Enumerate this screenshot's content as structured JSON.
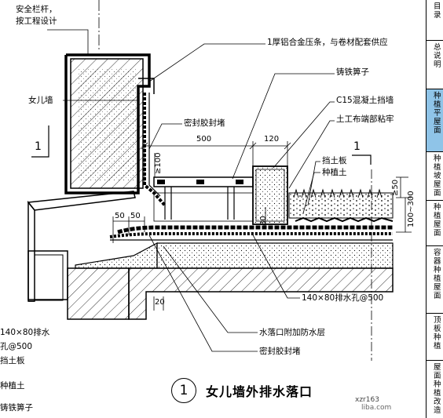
{
  "diagram": {
    "title_number": "1",
    "title": "女儿墙外排水落口",
    "section_mark": "1",
    "labels": {
      "railing_line1": "安全栏杆，",
      "railing_line2": "按工程设计",
      "pressure_strip": "1厚铝合金压条，与卷材配套供应",
      "cast_iron_grate": "铸铁箅子",
      "parapet": "女儿墙",
      "retaining_wall": "C15混凝土挡墙",
      "geotextile": "土工布端部粘牢",
      "sealant_top": "密封胶封堵",
      "soil_board": "挡土板",
      "planting_soil": "种植土",
      "drain_hole": "140×80排水孔@500",
      "outlet_waterproof": "水落口附加防水层",
      "sealant_bottom": "密封胶封堵"
    },
    "dimensions": {
      "d500": "500",
      "d120": "120",
      "d100": "≥100",
      "d50a": "50",
      "d50b": "50",
      "d80": "80",
      "d50c": "≥50",
      "d100_300": "100~300",
      "d20": "20"
    },
    "left_notes": [
      "140×80排水",
      "孔@500",
      "挡土板",
      "种植土",
      "铸铁箅子"
    ],
    "watermark": [
      "xzr163",
      "liba.com"
    ]
  },
  "sidebar": {
    "items": [
      "目录",
      "总说明",
      "种植平屋面",
      "种植坡屋面",
      "种植屋面",
      "容器种植屋面",
      "顶板种植",
      "屋面种植改造"
    ],
    "active_index": 2
  }
}
